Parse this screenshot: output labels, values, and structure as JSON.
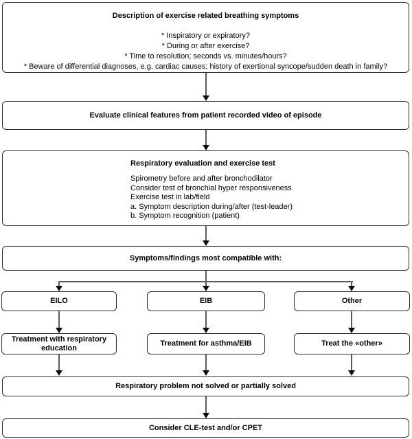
{
  "flowchart": {
    "box_description": {
      "title": "Description of exercise related breathing symptoms",
      "lines": [
        "* Inspiratory or expiratory?",
        "* During or after exercise?",
        "* Time to resolution; seconds vs. minutes/hours?",
        "* Beware of differential diagnoses, e.g. cardiac causes; history of exertional syncope/sudden death in family?"
      ]
    },
    "box_video": {
      "title": "Evaluate clinical features from patient recorded video of episode"
    },
    "box_respiratory": {
      "title": "Respiratory evaluation and exercise test",
      "lines": [
        "Spirometry before and after bronchodilator",
        "Consider test of bronchial hyper responsiveness",
        "Exercise test in lab/field",
        "a. Symptom description during/after (test-leader)",
        "b. Symptom recognition (patient)"
      ]
    },
    "box_compatible": {
      "title": "Symptoms/findings most compatible with:"
    },
    "branches": [
      {
        "label": "EILO",
        "treatment": "Treatment with respiratory education"
      },
      {
        "label": "EIB",
        "treatment": "Treatment for asthma/EIB"
      },
      {
        "label": "Other",
        "treatment": "Treat the «other»"
      }
    ],
    "box_unsolved": {
      "title": "Respiratory problem not solved or partially solved"
    },
    "box_final": {
      "title": "Consider CLE-test and/or CPET"
    },
    "colors": {
      "box_border": "#2d2d2d",
      "connector_line": "#5a5a5a",
      "arrowhead": "#0d0d0d",
      "background": "#ffffff",
      "text": "#000000"
    }
  }
}
